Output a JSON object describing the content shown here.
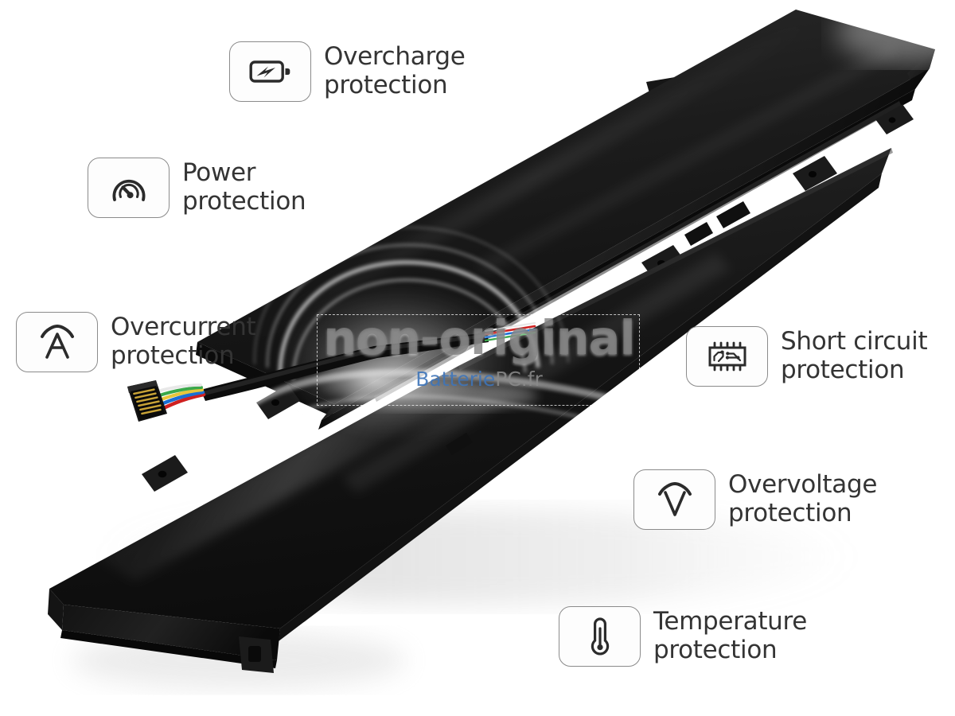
{
  "product": {
    "type": "laptop-battery",
    "description": "Black flat multi-cell laptop battery pack shown at an angle with wire harness and connector"
  },
  "watermark": {
    "main": "non-original",
    "brand_primary": "Batterie",
    "brand_secondary": "PC.fr",
    "main_color": "#808080",
    "brand_primary_color": "#3e74b8",
    "brand_secondary_color": "#8a8a8a"
  },
  "features": [
    {
      "id": "overcharge",
      "icon": "battery-bolt-icon",
      "line1": "Overcharge",
      "line2": "protection",
      "label": "Overcharge\nprotection"
    },
    {
      "id": "power",
      "icon": "gauge-icon",
      "line1": "Power",
      "line2": "protection",
      "label": "Power\nprotection"
    },
    {
      "id": "overcurrent",
      "icon": "ampere-arc-icon",
      "line1": "Overcurrent",
      "line2": "protection",
      "label": "Overcurrent\nprotection"
    },
    {
      "id": "short-circuit",
      "icon": "circuit-chip-icon",
      "line1": "Short circuit",
      "line2": "protection",
      "label": "Short circuit\nprotection"
    },
    {
      "id": "overvoltage",
      "icon": "volt-arc-icon",
      "line1": "Overvoltage",
      "line2": "protection",
      "label": "Overvoltage\nprotection"
    },
    {
      "id": "temperature",
      "icon": "thermometer-icon",
      "line1": "Temperature",
      "line2": "protection",
      "label": "Temperature\nprotection"
    }
  ],
  "colors": {
    "background": "#ffffff",
    "text": "#343434",
    "icon_stroke": "#2b2b2b",
    "badge_border": "#8b8b8b",
    "battery_body": "#1a1a1a",
    "wire_red": "#cf2020",
    "wire_blue": "#1a6fd4",
    "wire_yellow": "#e7c53a",
    "wire_green": "#3aa84a",
    "wire_white": "#e8e8e8"
  }
}
